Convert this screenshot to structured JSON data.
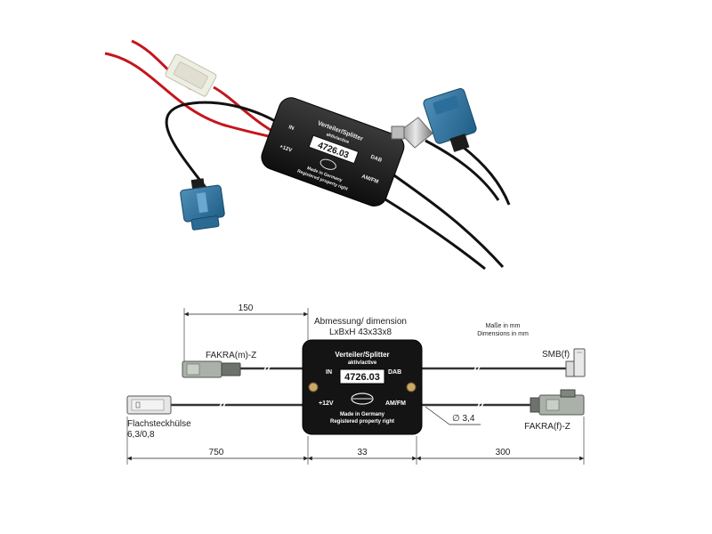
{
  "photo": {
    "box": {
      "title": "Verteiler/Splitter",
      "subtitle": "aktiv/active",
      "part_number": "4726.03",
      "port_in": "IN",
      "port_dab": "DAB",
      "port_12v": "+12V",
      "port_amfm": "AM/FM",
      "made_in": "Made in Germany",
      "registered": "Registered property right"
    }
  },
  "drawing": {
    "dimension_note": "Abmessung/ dimension",
    "dimension_value": "LxBxH 43x33x8",
    "units_note_de": "Maße in mm",
    "units_note_en": "Dimensions in mm",
    "dim_150": "150",
    "dim_750": "750",
    "dim_33": "33",
    "dim_300": "300",
    "cable_diameter": "∅ 3,4",
    "label_fakra_m": "FAKRA(m)-Z",
    "label_flachsteck_1": "Flachsteckhülse",
    "label_flachsteck_2": "6,3/0,8",
    "label_smb": "SMB(f)",
    "label_fakra_f": "FAKRA(f)-Z",
    "box": {
      "title": "Verteiler/Splitter",
      "subtitle": "aktiv/active",
      "part_number": "4726.03",
      "port_in": "IN",
      "port_dab": "DAB",
      "port_12v": "+12V",
      "port_amfm": "AM/FM",
      "made_in": "Made in Germany",
      "registered": "Registered property right"
    }
  }
}
